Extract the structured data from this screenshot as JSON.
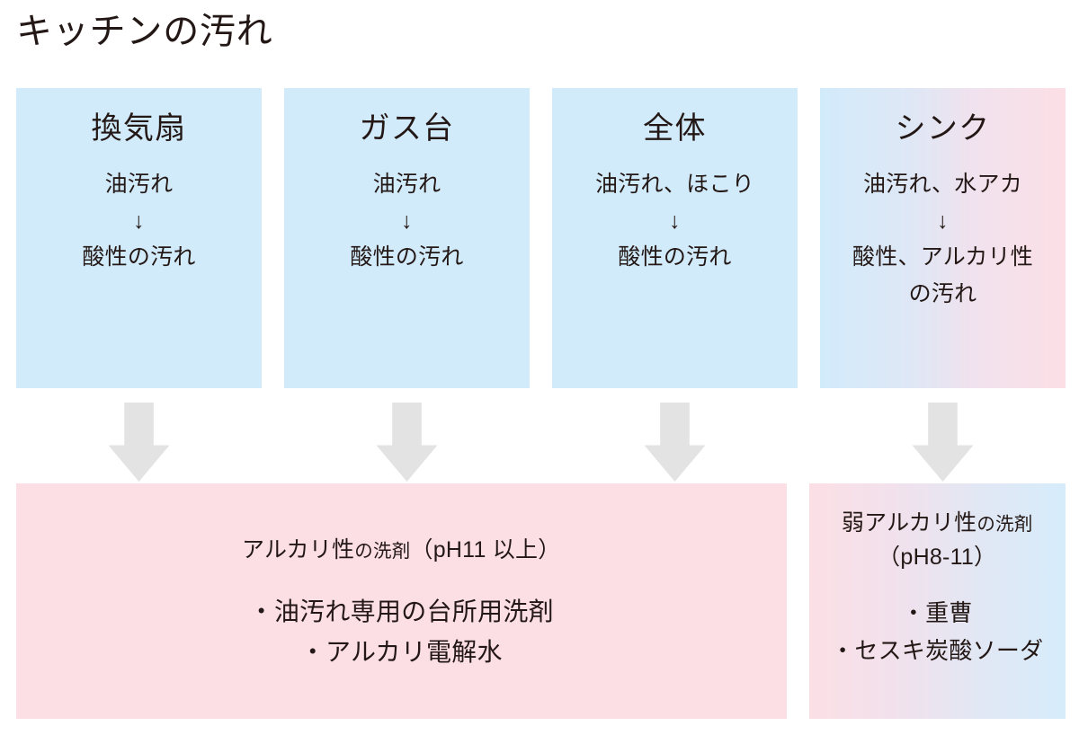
{
  "page": {
    "title": "キッチンの汚れ",
    "background": "#ffffff",
    "text_color": "#231815"
  },
  "colors": {
    "box_blue": "#d2ebfb",
    "box_pink": "#fcdfe5",
    "arrow_gray": "#e3e3e3"
  },
  "sources": [
    {
      "heading": "換気扇",
      "dirt": "油汚れ",
      "arrow": "↓",
      "result": "酸性の汚れ",
      "result_line2": "",
      "fill": "solid-blue"
    },
    {
      "heading": "ガス台",
      "dirt": "油汚れ",
      "arrow": "↓",
      "result": "酸性の汚れ",
      "result_line2": "",
      "fill": "solid-blue"
    },
    {
      "heading": "全体",
      "dirt": "油汚れ、ほこり",
      "arrow": "↓",
      "result": "酸性の汚れ",
      "result_line2": "",
      "fill": "solid-blue"
    },
    {
      "heading": "シンク",
      "dirt": "油汚れ、水アカ",
      "arrow": "↓",
      "result": "酸性、アルカリ性",
      "result_line2": "の汚れ",
      "fill": "gradient-blue-pink"
    }
  ],
  "flow_arrows": [
    {
      "name": "down-arrow-1"
    },
    {
      "name": "down-arrow-2"
    },
    {
      "name": "down-arrow-3"
    },
    {
      "name": "down-arrow-4"
    }
  ],
  "results": {
    "primary": {
      "heading_main": "アルカリ性",
      "heading_small": "の洗剤",
      "heading_ph": "（pH11 以上）",
      "items": [
        "・油汚れ専用の台所用洗剤",
        "・アルカリ電解水"
      ],
      "fill": "solid-pink"
    },
    "secondary": {
      "heading_main": "弱アルカリ性",
      "heading_small": "の洗剤",
      "heading_ph": "（pH8-11）",
      "items": [
        "・重曹",
        "・セスキ炭酸ソーダ"
      ],
      "fill": "gradient-pink-blue"
    }
  }
}
